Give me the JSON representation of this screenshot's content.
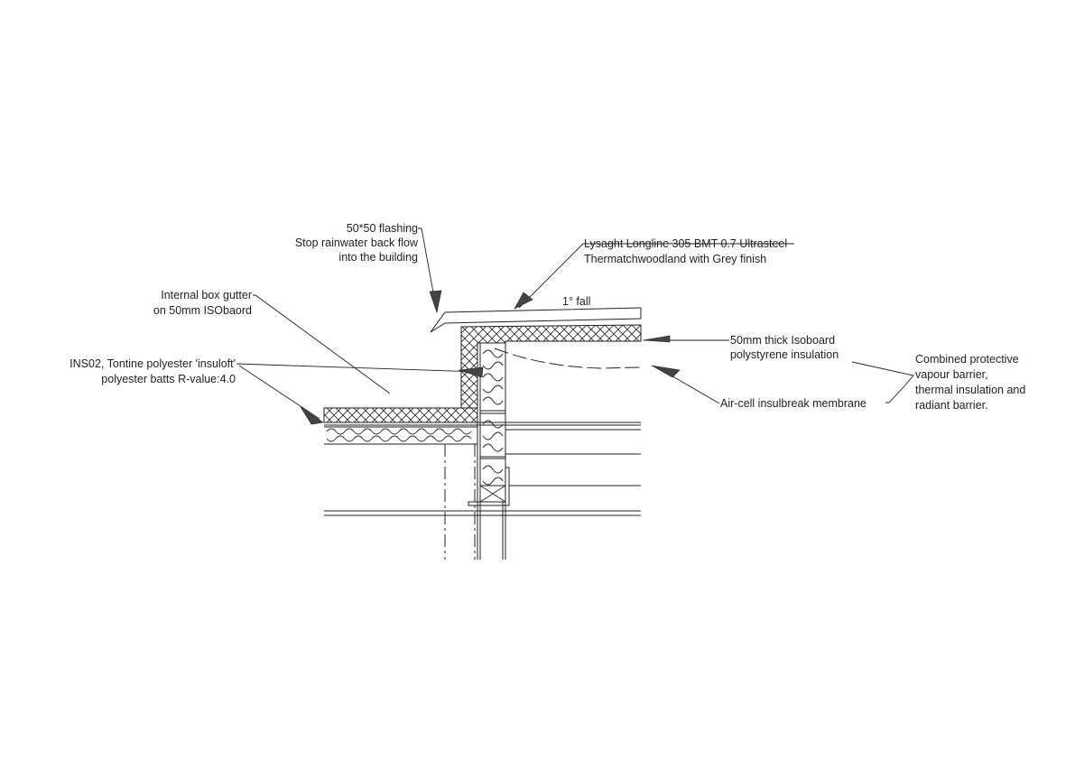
{
  "labels": {
    "flashing": [
      "50*50 flashing",
      "Stop rainwater back flow",
      "into the building"
    ],
    "roof_sheet": [
      "Lysaght Longline 305 BMT 0.7 Ultrasteel",
      "Thermatchwoodland with Grey finish"
    ],
    "fall": "1° fall",
    "gutter": [
      "Internal box gutter",
      "on 50mm ISObaord"
    ],
    "batts": [
      "INS02, Tontine polyester 'insuloft'",
      "polyester batts R-value:4.0"
    ],
    "isoboard": [
      "50mm thick Isoboard",
      "polystyrene insulation"
    ],
    "membrane": "Air-cell insulbreak membrane",
    "barrier": [
      "Combined protective",
      "vapour barrier,",
      "thermal insulation and",
      "radiant barrier."
    ]
  }
}
